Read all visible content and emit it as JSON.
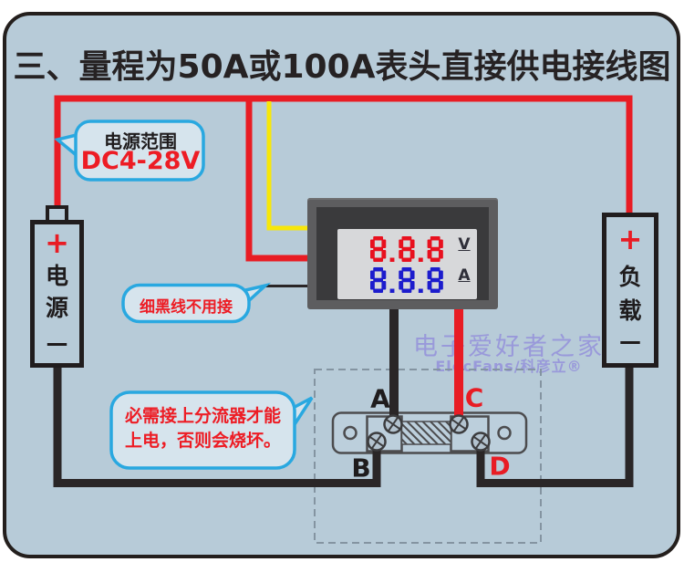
{
  "title": "三、量程为50A或100A表头直接供电接线图",
  "callouts": {
    "power_range": {
      "line1": "电源范围",
      "line2": "DC4-28V"
    },
    "thin_wire": {
      "text": "细黑线不用接"
    },
    "shunt_warning": {
      "line1": "必需接上分流器才能",
      "line2": "上电，否则会烧坏。"
    }
  },
  "source": {
    "plus": "+",
    "name_top": "电",
    "name_bottom": "源",
    "minus": "—"
  },
  "load": {
    "plus": "+",
    "name_top": "负",
    "name_bottom": "载",
    "minus": "—"
  },
  "meter": {
    "rows": [
      {
        "digits": "8.8.8",
        "unit": "V",
        "color": "#e8101e"
      },
      {
        "digits": "8.8.8",
        "unit": "A",
        "color": "#1c1ccd"
      }
    ]
  },
  "shunt": {
    "terminals": [
      {
        "label": "A"
      },
      {
        "label": "C"
      },
      {
        "label": "B"
      },
      {
        "label": "D"
      }
    ]
  },
  "watermark": {
    "line1": "电子爱好者之家",
    "line2": "ElecFans/科彦立®"
  },
  "colors": {
    "panel_bg": "#b7cbd8",
    "wire_red": "#e81c24",
    "wire_yellow": "#f7e70a",
    "wire_black": "#2a2627",
    "bubble_border": "#29a8e0",
    "bubble_fill": "#d6e4ed",
    "watermark": "#928ddb"
  }
}
